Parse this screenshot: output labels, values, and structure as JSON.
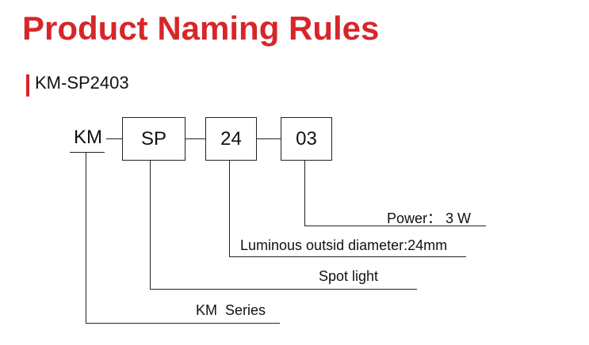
{
  "title": "Product Naming Rules",
  "subtitle": "KM-SP2403",
  "accent_color": "#d7262a",
  "code": {
    "prefix": "KM",
    "segments": [
      "SP",
      "24",
      "03"
    ]
  },
  "labels": {
    "power": "Power： 3 W",
    "diameter": "Luminous outsid diameter:24mm",
    "type": "Spot light",
    "series": "KM  Series"
  }
}
